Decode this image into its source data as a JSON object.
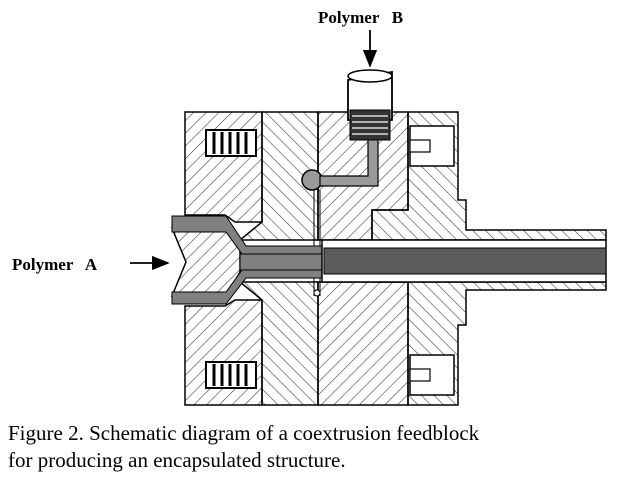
{
  "labels": {
    "polymer_b": "Polymer   B",
    "polymer_a": "Polymer   A"
  },
  "caption": {
    "line1": "Figure 2.  Schematic diagram of a coextrusion feedblock",
    "line2": "for producing an encapsulated structure."
  },
  "colors": {
    "line": "#000000",
    "hatch": "#444444",
    "polymer_channel": "#808080",
    "background": "#ffffff"
  }
}
